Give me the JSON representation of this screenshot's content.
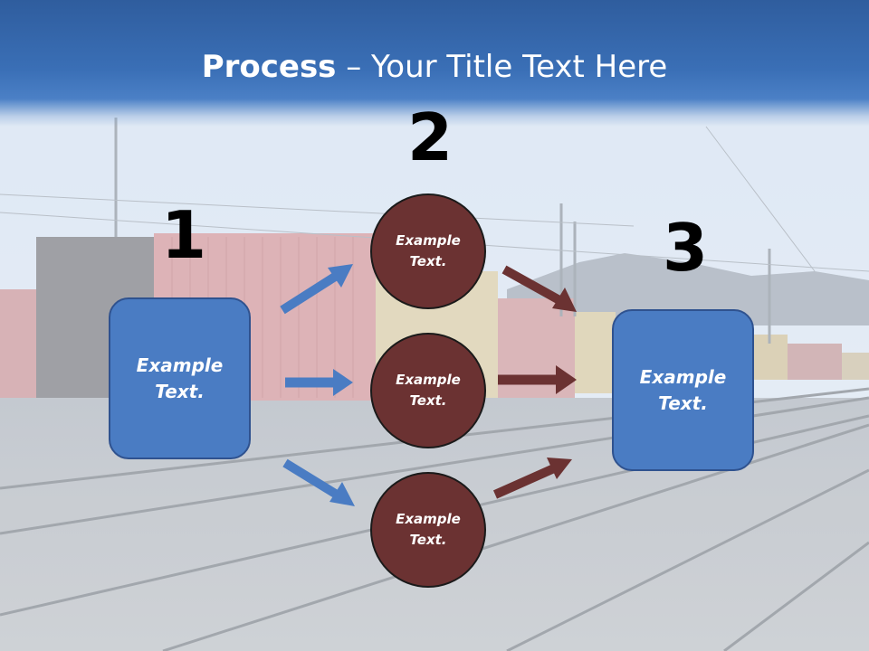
{
  "title": {
    "bold": "Process",
    "rest": " – Your Title Text Here"
  },
  "steps": {
    "one": "1",
    "two": "2",
    "three": "3"
  },
  "boxes": {
    "left": "Example\nText.",
    "right": "Example\nText."
  },
  "circles": {
    "top": "Example\nText.",
    "middle": "Example\nText.",
    "bottom": "Example\nText."
  },
  "colors": {
    "header": "#3a6fb6",
    "box": "#4a7cc3",
    "circle": "#6b3232",
    "arrow_blue": "#4a7cc3",
    "arrow_red": "#6b3232"
  }
}
